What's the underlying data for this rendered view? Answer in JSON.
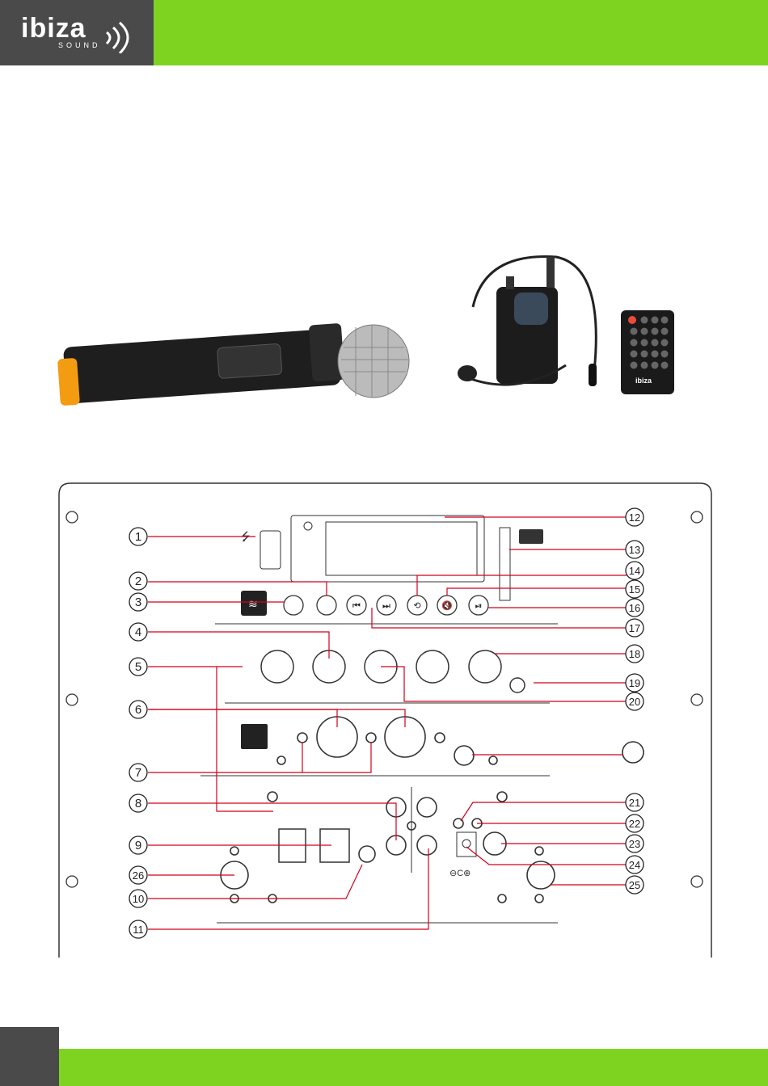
{
  "header": {
    "logo_text": "ibiza",
    "logo_sub": "SOUND",
    "colors": {
      "green": "#7ed321",
      "dark": "#4a4a4a",
      "accent_line": "#d0021b"
    }
  },
  "panel_labels": [
    {
      "n": "1"
    },
    {
      "n": "2"
    },
    {
      "n": "3"
    },
    {
      "n": "4"
    },
    {
      "n": "5"
    },
    {
      "n": "6"
    },
    {
      "n": "7"
    },
    {
      "n": "8"
    },
    {
      "n": "9"
    },
    {
      "n": "26"
    },
    {
      "n": "10"
    },
    {
      "n": "11"
    },
    {
      "n": "12"
    },
    {
      "n": "13"
    },
    {
      "n": "14"
    },
    {
      "n": "15"
    },
    {
      "n": "16"
    },
    {
      "n": "17"
    },
    {
      "n": "18"
    },
    {
      "n": "19"
    },
    {
      "n": "20"
    },
    {
      "n": "21"
    },
    {
      "n": "22"
    },
    {
      "n": "23"
    },
    {
      "n": "24"
    },
    {
      "n": "25"
    }
  ],
  "icons": [
    "usb-icon",
    "bluetooth-icon",
    "prev-icon",
    "next-icon",
    "repeat-icon",
    "mute-icon",
    "play-pause-icon",
    "sd-card-icon",
    "dc-power-icon"
  ],
  "remote_logo": "ibiza"
}
